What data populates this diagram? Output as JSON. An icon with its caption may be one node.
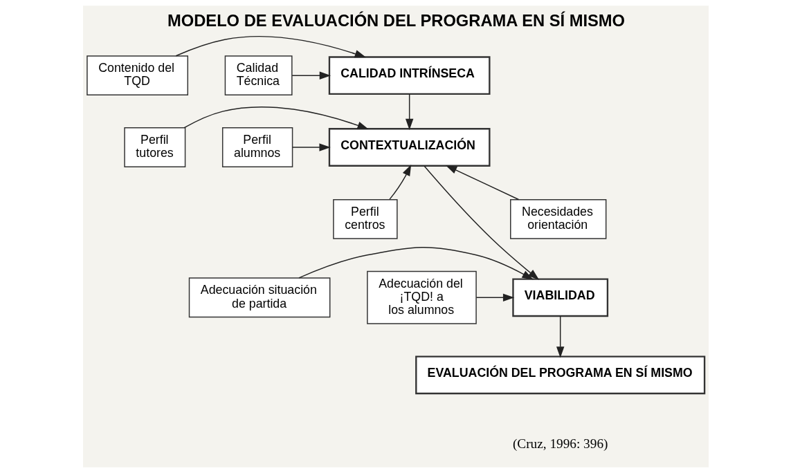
{
  "diagram": {
    "title": "MODELO DE EVALUACIÓN DEL PROGRAMA EN SÍ MISMO",
    "nodes": [
      {
        "text": [
          "Contenido del TQD"
        ]
      },
      {
        "text": [
          "CALIDAD INTRÍNSECA"
        ]
      },
      {
        "text": [
          "Calidad Técnica"
        ]
      },
      {
        "text": [
          "Perfil tutores"
        ]
      },
      {
        "text": [
          "Perfil alumnos"
        ]
      },
      {
        "text": [
          "CONTEXTUALIZACIÓN"
        ]
      },
      {
        "text": [
          "Perfil centros"
        ]
      },
      {
        "text": [
          "Necesidades orientación"
        ]
      },
      {
        "text": [
          "Adecuación situación de partida"
        ]
      },
      {
        "text": [
          "VIABILIDAD"
        ]
      },
      {
        "text": [
          "Adecuación del ¡TQD! a los alumnos"
        ]
      },
      {
        "text": [
          "EVALUACIÓN DEL PROGRAMA EN SÍ MISMO"
        ]
      }
    ],
    "edges": [
      {
        "from": 0,
        "to": 1,
        "arrow": "to"
      },
      {
        "from": 2,
        "to": 1,
        "arrow": "to"
      },
      {
        "from": 1,
        "to": 5,
        "arrow": "to"
      },
      {
        "from": 3,
        "to": 5,
        "arrow": "to"
      },
      {
        "from": 4,
        "to": 5,
        "arrow": "to"
      },
      {
        "from": 6,
        "to": 5,
        "arrow": "to"
      },
      {
        "from": 7,
        "to": 5,
        "arrow": "to"
      },
      {
        "from": 5,
        "to": 9,
        "arrow": "to"
      },
      {
        "from": 8,
        "to": 9,
        "arrow": "to"
      },
      {
        "from": 10,
        "to": 9,
        "arrow": "to"
      },
      {
        "from": 9,
        "to": 11,
        "arrow": "to"
      }
    ],
    "labels": [
      "(Cruz, 1996: 396)"
    ]
  }
}
